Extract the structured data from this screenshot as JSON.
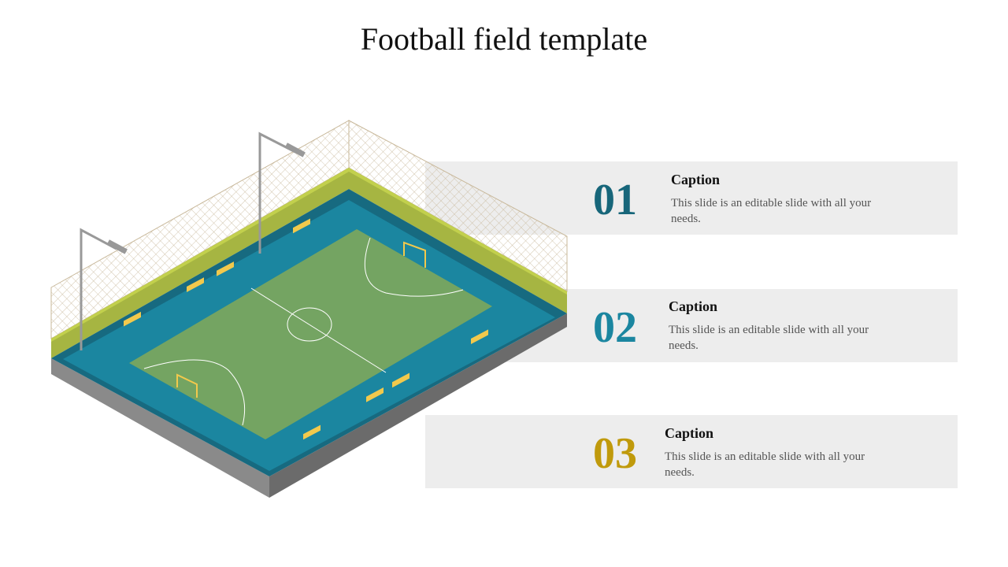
{
  "title": "Football field template",
  "items": [
    {
      "number": "01",
      "caption": "Caption",
      "text": "This slide is an editable slide with all your needs.",
      "color": "#17667a"
    },
    {
      "number": "02",
      "caption": "Caption",
      "text": "This slide is an editable slide with all your needs.",
      "color": "#1b86a0"
    },
    {
      "number": "03",
      "caption": "Caption",
      "text": "This slide is an editable slide with all your needs.",
      "color": "#c09a0c"
    }
  ]
}
